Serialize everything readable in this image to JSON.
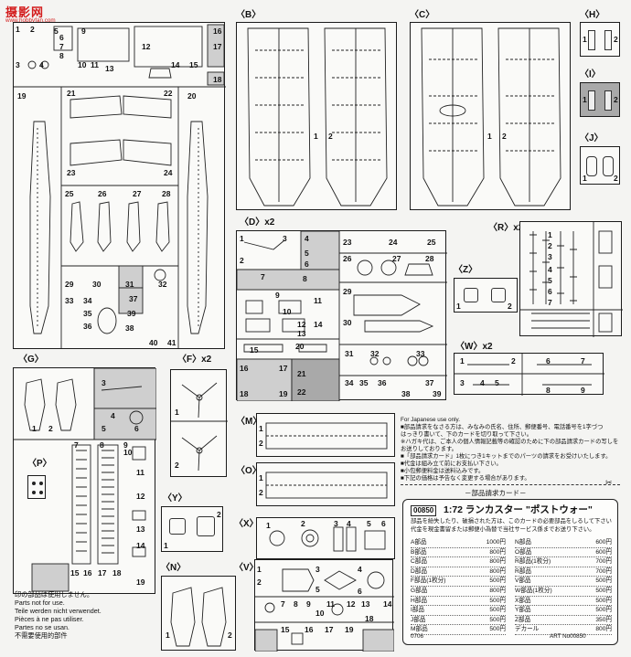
{
  "watermark": {
    "title": "摄影网",
    "sub": "www.hobbyfan.com"
  },
  "frames": {
    "A": {
      "numbers": [
        "1",
        "2",
        "3",
        "4",
        "5",
        "6",
        "7",
        "8",
        "9",
        "10",
        "11",
        "12",
        "13",
        "14",
        "15",
        "16",
        "17",
        "18",
        "19",
        "20",
        "21",
        "22",
        "23",
        "24",
        "25",
        "26",
        "27",
        "28",
        "29",
        "30",
        "31",
        "32",
        "33",
        "34",
        "35",
        "36",
        "37",
        "38",
        "39",
        "40",
        "41"
      ]
    },
    "B": {
      "label": "〈B〉",
      "numbers": [
        "1",
        "2"
      ]
    },
    "C": {
      "label": "〈C〉",
      "numbers": [
        "1",
        "2"
      ]
    },
    "H": {
      "label": "〈H〉",
      "numbers": [
        "1",
        "2"
      ]
    },
    "I": {
      "label": "〈I〉",
      "numbers": [
        "1",
        "2"
      ]
    },
    "J": {
      "label": "〈J〉",
      "numbers": [
        "1",
        "2"
      ]
    },
    "D": {
      "label": "〈D〉x2",
      "numbers": [
        "1",
        "2",
        "3",
        "4",
        "5",
        "6",
        "7",
        "8",
        "9",
        "10",
        "11",
        "12",
        "13",
        "14",
        "15",
        "16",
        "17",
        "18",
        "19",
        "20",
        "21",
        "22",
        "23",
        "24",
        "25",
        "26",
        "27",
        "28",
        "29",
        "30",
        "31",
        "32",
        "33",
        "34",
        "35",
        "36",
        "37",
        "38",
        "39"
      ]
    },
    "R": {
      "label": "〈R〉x2",
      "numbers": [
        "1",
        "2",
        "3",
        "4",
        "5",
        "6",
        "7"
      ]
    },
    "Z": {
      "label": "〈Z〉",
      "numbers": [
        "1",
        "2"
      ]
    },
    "W": {
      "label": "〈W〉x2",
      "numbers": [
        "1",
        "2",
        "3",
        "4",
        "5",
        "6",
        "7",
        "8",
        "9"
      ]
    },
    "G": {
      "label": "〈G〉",
      "numbers": [
        "1",
        "2",
        "3",
        "4",
        "5",
        "6",
        "7",
        "8",
        "9",
        "10",
        "11",
        "12",
        "13",
        "14",
        "15",
        "16",
        "17",
        "18",
        "19"
      ]
    },
    "F": {
      "label": "〈F〉x2",
      "numbers": [
        "1",
        "2"
      ]
    },
    "M": {
      "label": "〈M〉",
      "numbers": [
        "1",
        "2"
      ]
    },
    "O": {
      "label": "〈O〉",
      "numbers": [
        "1",
        "2"
      ]
    },
    "P": {
      "label": "〈P〉"
    },
    "Y": {
      "label": "〈Y〉",
      "numbers": [
        "1",
        "2"
      ]
    },
    "X": {
      "label": "〈X〉",
      "numbers": [
        "1",
        "2",
        "3",
        "4",
        "5",
        "6"
      ]
    },
    "N": {
      "label": "〈N〉",
      "numbers": [
        "1",
        "2"
      ]
    },
    "V": {
      "label": "〈V〉",
      "numbers": [
        "1",
        "2",
        "3",
        "4",
        "5",
        "6",
        "7",
        "8",
        "9",
        "10",
        "11",
        "12",
        "13",
        "14",
        "15",
        "16",
        "17",
        "18",
        "19"
      ]
    }
  },
  "not_for_use": {
    "lines": [
      "印の部品は使用しません。",
      "Parts not for use.",
      "Teile werden nicht verwendet.",
      "Pièces à ne pas utiliser.",
      "Partes no se usan.",
      "不需要使用的部件"
    ]
  },
  "order_info": {
    "heading": "For Japanese use only.",
    "lines": [
      "■部品請求をなさる方は、みなみの氏名、住所、郵便番号、電話番号を1字づつ",
      "はっきり書いて、下のカードを切り取って下さい。",
      "※ハガキ代は、ご本人の個人情報記載等の確認のために下の部品請求カードの写しを",
      "お送りしております。",
      "■「部品請求カード」1枚につき1キットまでのパーツの請求をお受けいたします。",
      "■代金は組み立て前にお支払い下さい。",
      "■小包郵便料金は送料込みです。",
      "■下記の価格は予告なく変更する場合があります。"
    ],
    "card_title": "－部品請求カード－",
    "code": "00850",
    "product": "1:72 ランカスター \"ポストウォー\"",
    "card_text": [
      "部品を紛失したり、破損された方は、このカードの必要部品をしるして下さい",
      "代金を現金書留または郵便小為替で当社サービス係までお送り下さい。"
    ],
    "prices_left": [
      {
        "name": "A部品",
        "price": "1000円"
      },
      {
        "name": "B部品",
        "price": "800円"
      },
      {
        "name": "C部品",
        "price": "800円"
      },
      {
        "name": "D部品",
        "price": "800円"
      },
      {
        "name": "F部品(1枚分)",
        "price": "500円"
      },
      {
        "name": "G部品",
        "price": "800円"
      },
      {
        "name": "H部品",
        "price": "500円"
      },
      {
        "name": "I部品",
        "price": "500円"
      },
      {
        "name": "J部品",
        "price": "500円"
      },
      {
        "name": "M部品",
        "price": "500円"
      }
    ],
    "prices_right": [
      {
        "name": "N部品",
        "price": "600円"
      },
      {
        "name": "O部品",
        "price": "600円"
      },
      {
        "name": "R部品(1枚分)",
        "price": "700円"
      },
      {
        "name": "R部品",
        "price": "700円"
      },
      {
        "name": "V部品",
        "price": "500円"
      },
      {
        "name": "W部品(1枚分)",
        "price": "500円"
      },
      {
        "name": "X部品",
        "price": "500円"
      },
      {
        "name": "Y部品",
        "price": "500円"
      },
      {
        "name": "Z部品",
        "price": "350円"
      },
      {
        "name": "デカール",
        "price": "800円"
      }
    ],
    "footer_left": "0706",
    "footer_right": "ART No00850"
  }
}
